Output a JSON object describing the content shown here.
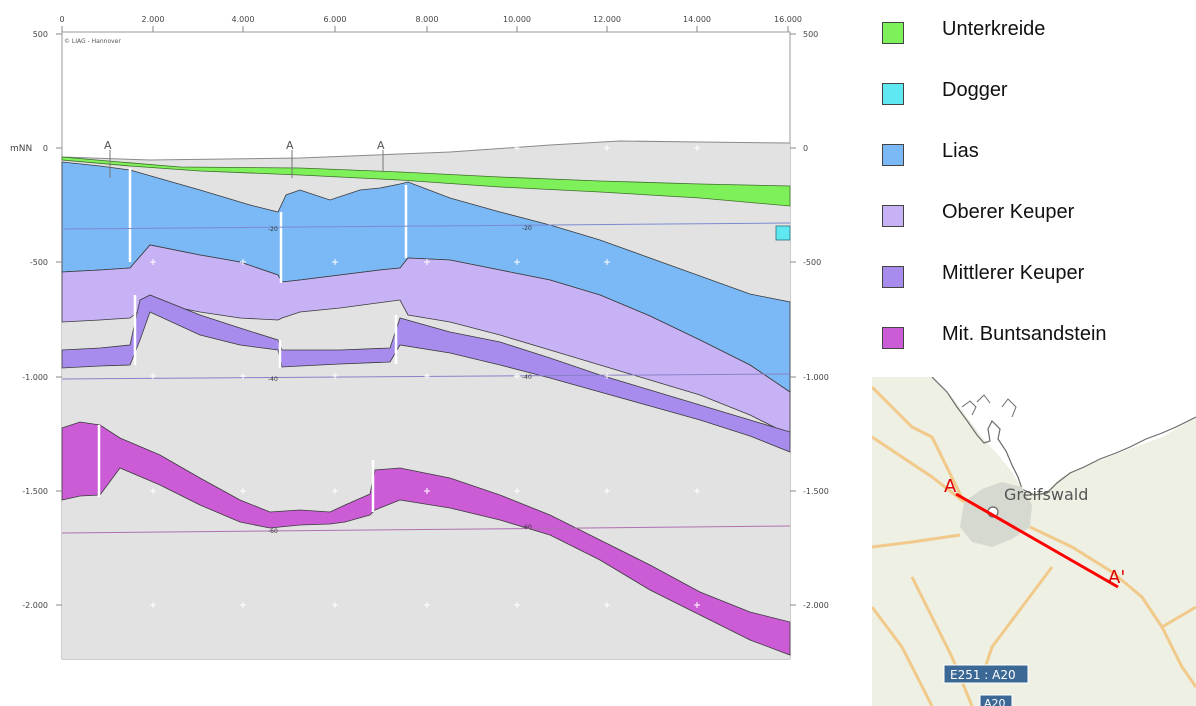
{
  "section": {
    "watermark": "© LIAG - Hannover",
    "y_axis_label": "mNN",
    "x_ticks_top": [
      "0",
      "2.000",
      "4.000",
      "6.000",
      "8.000",
      "10.000",
      "12.000",
      "14.000",
      "16.000"
    ],
    "y_ticks_left": [
      "500",
      "0",
      "-500",
      "-1.000",
      "-1.500",
      "-2.000"
    ],
    "y_ticks_right": [
      "500",
      "0",
      "-500",
      "-1.000",
      "-1.500",
      "-2.000"
    ],
    "well_markers": [
      "A",
      "A",
      "A"
    ],
    "contour_labels": [
      "-20",
      "-20",
      "-40",
      "-40",
      "-60",
      "-60"
    ]
  },
  "legend": {
    "items": [
      {
        "label": "Unterkreide",
        "color": "#7ef05a"
      },
      {
        "label": "Dogger",
        "color": "#5fe8f2"
      },
      {
        "label": "Lias",
        "color": "#7ab8f6"
      },
      {
        "label": "Oberer Keuper",
        "color": "#c8b2f6"
      },
      {
        "label": "Mittlerer Keuper",
        "color": "#a78cee"
      },
      {
        "label": "Mit. Buntsandstein",
        "color": "#cc5cd6"
      }
    ]
  },
  "map": {
    "city": "Greifswald",
    "point_a": "A",
    "point_a_prime": "A'",
    "road_sign_1": "E251 : A20",
    "road_sign_2": "A20"
  },
  "colors": {
    "background_section": "#e2e2e2",
    "profile_line": "#ff0000"
  }
}
